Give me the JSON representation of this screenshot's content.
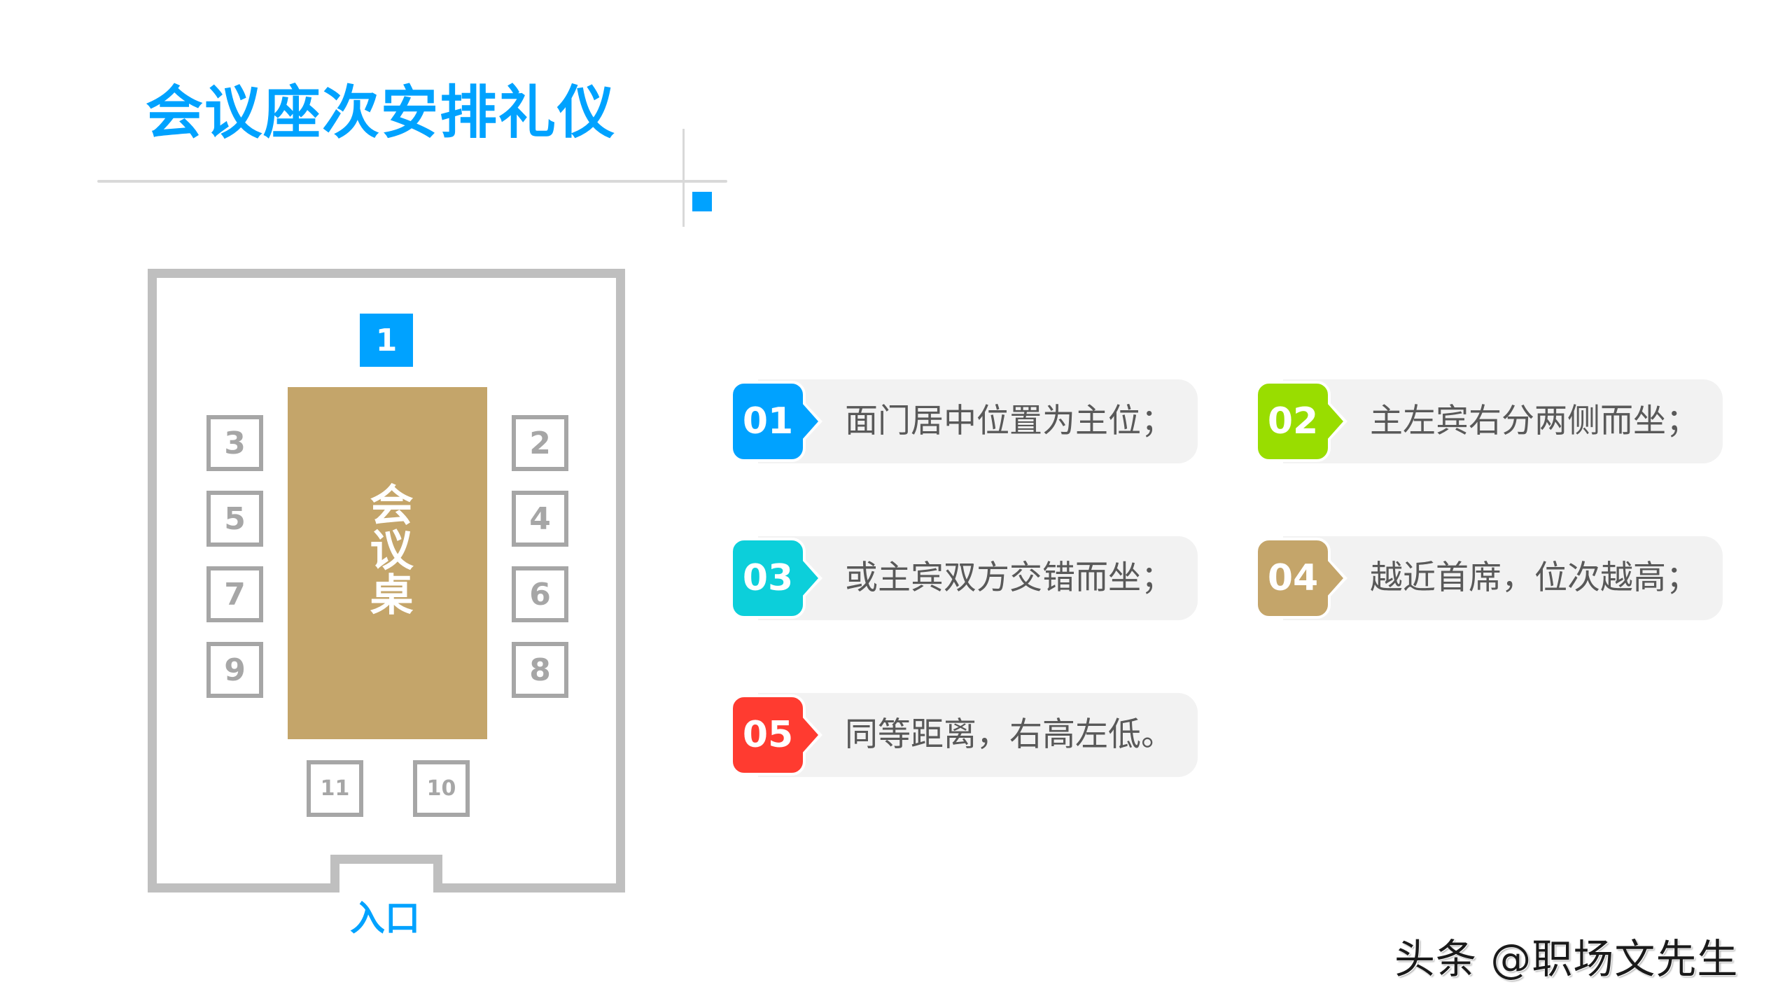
{
  "header": {
    "title": "会议座次安排礼仪",
    "accent_color": "#00A2FF"
  },
  "diagram": {
    "table_label": "会议桌",
    "table_color": "#C4A56A",
    "entrance_label": "入口",
    "seats": {
      "head": "1",
      "right": [
        "2",
        "4",
        "6",
        "8"
      ],
      "left": [
        "3",
        "5",
        "7",
        "9"
      ],
      "bottom_left": "11",
      "bottom_right": "10"
    }
  },
  "rules": [
    {
      "number": "01",
      "text": "面门居中位置为主位；",
      "color": "#00A2FF"
    },
    {
      "number": "02",
      "text": "主左宾右分两侧而坐；",
      "color": "#99DD00"
    },
    {
      "number": "03",
      "text": "或主宾双方交错而坐；",
      "color": "#0CCFDA"
    },
    {
      "number": "04",
      "text": "越近首席，位次越高；",
      "color": "#C4A56A"
    },
    {
      "number": "05",
      "text": "同等距离，右高左低。",
      "color": "#FF3B30"
    }
  ],
  "watermark": "头条 @职场文先生"
}
